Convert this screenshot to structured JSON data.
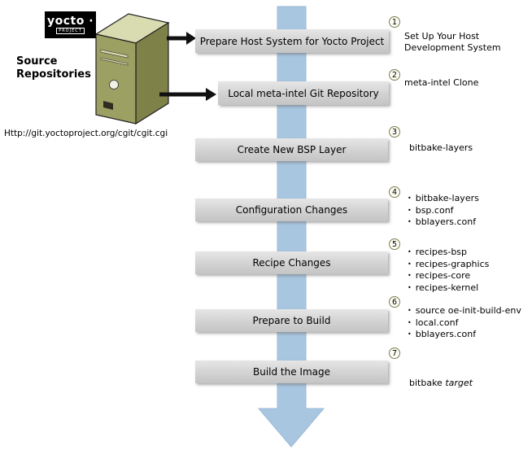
{
  "logo": {
    "name": "yocto ·",
    "sub": "PROJECT"
  },
  "source_repos": {
    "label": "Source\nRepositories",
    "url": "Http://git.yoctoproject.org/cgit/cgit.cgi"
  },
  "steps": [
    {
      "num": "1",
      "box": "Prepare Host System for Yocto Project",
      "note": "Set Up Your Host\nDevelopment System"
    },
    {
      "num": "2",
      "box": "Local meta-intel Git Repository",
      "note": "meta-intel Clone"
    },
    {
      "num": "3",
      "box": "Create New BSP Layer",
      "note": "bitbake-layers"
    },
    {
      "num": "4",
      "box": "Configuration Changes",
      "bullets": [
        "bitbake-layers",
        "bsp.conf",
        "bblayers.conf"
      ]
    },
    {
      "num": "5",
      "box": "Recipe Changes",
      "bullets": [
        "recipes-bsp",
        "recipes-graphics",
        "recipes-core",
        "recipes-kernel"
      ]
    },
    {
      "num": "6",
      "box": "Prepare to Build",
      "bullets": [
        "source oe-init-build-env",
        "local.conf",
        "bblayers.conf"
      ]
    },
    {
      "num": "7",
      "box": "Build the Image",
      "note_prefix": "bitbake ",
      "note_italic": "target"
    }
  ],
  "bullet_glyph": "•",
  "colors": {
    "arrow_blue": "#a9c6e0",
    "box_gray": "#d2d2d2",
    "tower_front": "#9ca063",
    "tower_side": "#7e8248",
    "tower_top": "#d9dbb0"
  }
}
